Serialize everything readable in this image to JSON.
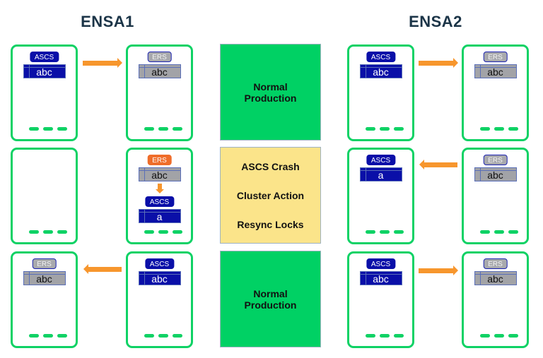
{
  "titles": {
    "left": "ENSA1",
    "right": "ENSA2"
  },
  "panels": {
    "row1": {
      "lines": [
        "Normal",
        "Production"
      ],
      "color": "#00d164"
    },
    "row2": {
      "lines": [
        "ASCS Crash",
        "Cluster Action",
        "Resync Locks"
      ],
      "color": "#fbe48a"
    },
    "row3": {
      "lines": [
        "Normal",
        "Production"
      ],
      "color": "#00d164"
    }
  },
  "ensa1": {
    "row1": {
      "left": {
        "badge": "ASCS",
        "table": "abc"
      },
      "right": {
        "badge": "ERS",
        "table": "abc"
      },
      "arrow": "right"
    },
    "row2": {
      "left": {},
      "right": {
        "badge_top": "ERS",
        "table_top": "abc",
        "badge_bottom": "ASCS",
        "table_bottom": "a"
      }
    },
    "row3": {
      "left": {
        "badge": "ERS",
        "table": "abc"
      },
      "right": {
        "badge": "ASCS",
        "table": "abc"
      },
      "arrow": "left"
    }
  },
  "ensa2": {
    "row1": {
      "left": {
        "badge": "ASCS",
        "table": "abc"
      },
      "right": {
        "badge": "ERS",
        "table": "abc"
      },
      "arrow": "right"
    },
    "row2": {
      "left": {
        "badge": "ASCS",
        "table": "a"
      },
      "right": {
        "badge": "ERS",
        "table": "abc"
      },
      "arrow": "left"
    },
    "row3": {
      "left": {
        "badge": "ASCS",
        "table": "abc"
      },
      "right": {
        "badge": "ERS",
        "table": "abc"
      },
      "arrow": "right"
    }
  },
  "colors": {
    "server_border": "#0fd265",
    "ascs": "#0a0fa8",
    "ers": "#a8a9ad",
    "ers_crash": "#ef6d2a",
    "arrow": "#f7962d",
    "title": "#1b3447"
  }
}
